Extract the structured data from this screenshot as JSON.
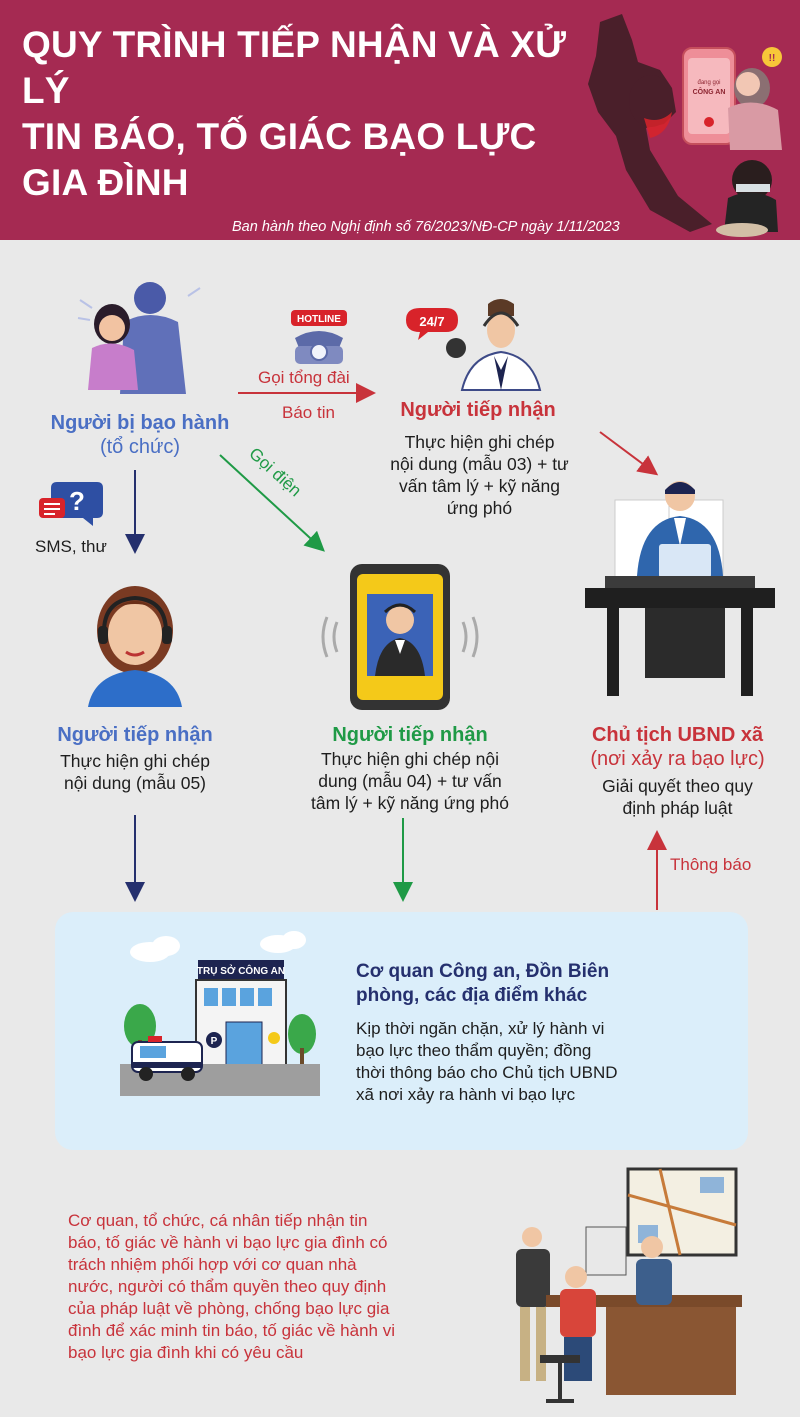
{
  "header": {
    "title_lines": [
      "QUY TRÌNH TIẾP NHẬN VÀ XỬ LÝ",
      "TIN BÁO, TỐ GIÁC BẠO LỰC",
      "GIA ĐÌNH"
    ],
    "subtitle": "Ban hành theo Nghị định số 76/2023/NĐ-CP ngày 1/11/2023",
    "phone_screen_label": "CÔNG AN",
    "phone_screen_small": "đang gọi",
    "alert_badge": "!!"
  },
  "victim": {
    "label": "Người bị bạo hành",
    "sub": "(tổ chức)"
  },
  "edges": {
    "hotline_top": "Gọi tổng đài",
    "hotline_bottom": "Báo tin",
    "call": "Gọi điện",
    "sms": "SMS, thư",
    "notify": "Thông báo"
  },
  "hotline_badge": "HOTLINE",
  "badge_247": "24/7",
  "receiver_hotline": {
    "label": "Người tiếp nhận",
    "text_lines": [
      "Thực hiện ghi chép",
      "nội dung (mẫu 03) + tư",
      "vấn tâm lý + kỹ năng",
      "ứng phó"
    ]
  },
  "receiver_sms": {
    "label": "Người tiếp nhận",
    "text_lines": [
      "Thực hiện ghi chép",
      "nội dung (mẫu 05)"
    ]
  },
  "receiver_call": {
    "label": "Người tiếp nhận",
    "text_lines": [
      "Thực hiện ghi chép nội",
      "dung (mẫu 04) + tư vấn",
      "tâm lý + kỹ năng ứng phó"
    ]
  },
  "chairman": {
    "label_lines": [
      "Chủ tịch UBND xã",
      "(nơi xảy ra bạo lực)"
    ],
    "text_lines": [
      "Giải quyết theo quy",
      "định pháp luật"
    ]
  },
  "police": {
    "sign": "TRỤ SỞ CÔNG AN",
    "parking": "P",
    "title_lines": [
      "Cơ quan Công an, Đồn Biên",
      "phòng, các địa điểm khác"
    ],
    "text_lines": [
      "Kịp thời ngăn chặn, xử lý hành vi",
      "bạo lực theo thẩm quyền; đồng",
      "thời thông báo cho Chủ tịch UBND",
      "xã nơi xảy ra hành vi bạo lực"
    ]
  },
  "footer_lines": [
    "Cơ quan, tổ chức, cá nhân tiếp nhận tin",
    "báo, tố giác về hành vi bạo lực gia đình có",
    "trách nhiệm phối hợp với cơ quan nhà",
    "nước, người có thẩm quyền theo quy định",
    "của pháp luật về phòng, chống bạo lực gia",
    "đình để xác minh tin báo, tố giác về hành vi",
    "bạo lực gia đình khi có yêu cầu"
  ],
  "colors": {
    "header_bg": "#a52a52",
    "background": "#e9e9e9",
    "blue": "#4a6fc4",
    "red": "#c8333b",
    "green": "#1f9a46",
    "navy": "#25306e",
    "police_box": "#dbeefa"
  },
  "icons": [
    "hotline-phone-icon",
    "speech-bubble-question-icon",
    "phone-signal-icon",
    "police-station-icon"
  ]
}
